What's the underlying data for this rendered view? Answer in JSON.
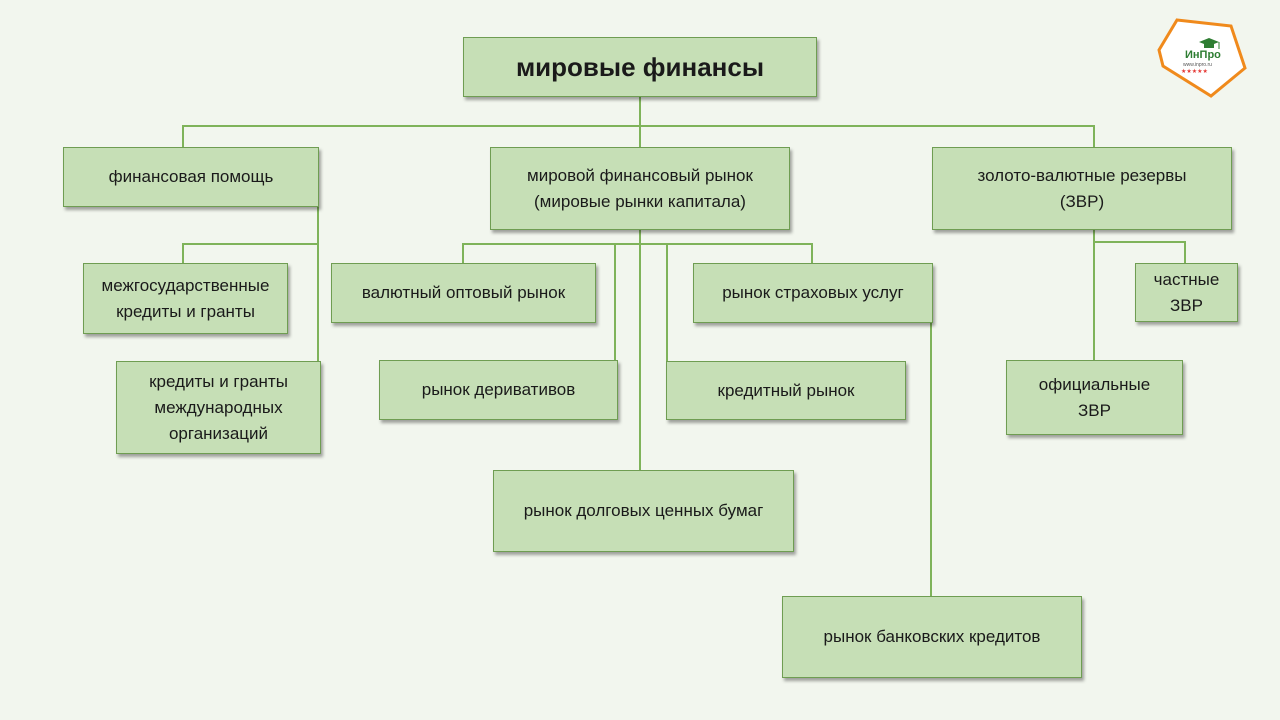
{
  "diagram": {
    "root": "мировые финансы",
    "branches": {
      "aid": "финансовая помощь",
      "market": "мировой финансовый рынок\n(мировые рынки капитала)",
      "reserves": "золото-валютные резервы\n(ЗВР)"
    },
    "aid_children": {
      "interstate": "межгосударственные\nкредиты и гранты",
      "international": "кредиты и гранты\nмеждународных\nорганизаций"
    },
    "market_children": {
      "currency": "валютный  оптовый рынок",
      "derivatives": "рынок деривативов",
      "debt": "рынок долговых ценных бумаг",
      "insurance": "рынок страховых услуг",
      "credit": "кредитный рынок",
      "bank": "рынок банковских кредитов"
    },
    "reserves_children": {
      "private": "частные\nЗВР",
      "official": "официальные\nЗВР"
    }
  },
  "logo": {
    "name": "ИнПро",
    "url": "www.inpro.ru",
    "stars": "★★★★★",
    "border_color": "#f08a1c",
    "accent_color": "#2e7d32"
  },
  "colors": {
    "box_fill": "#c6dfb6",
    "box_border": "#6f9d52",
    "connector": "#7fb35a",
    "background": "#f2f6ee"
  }
}
